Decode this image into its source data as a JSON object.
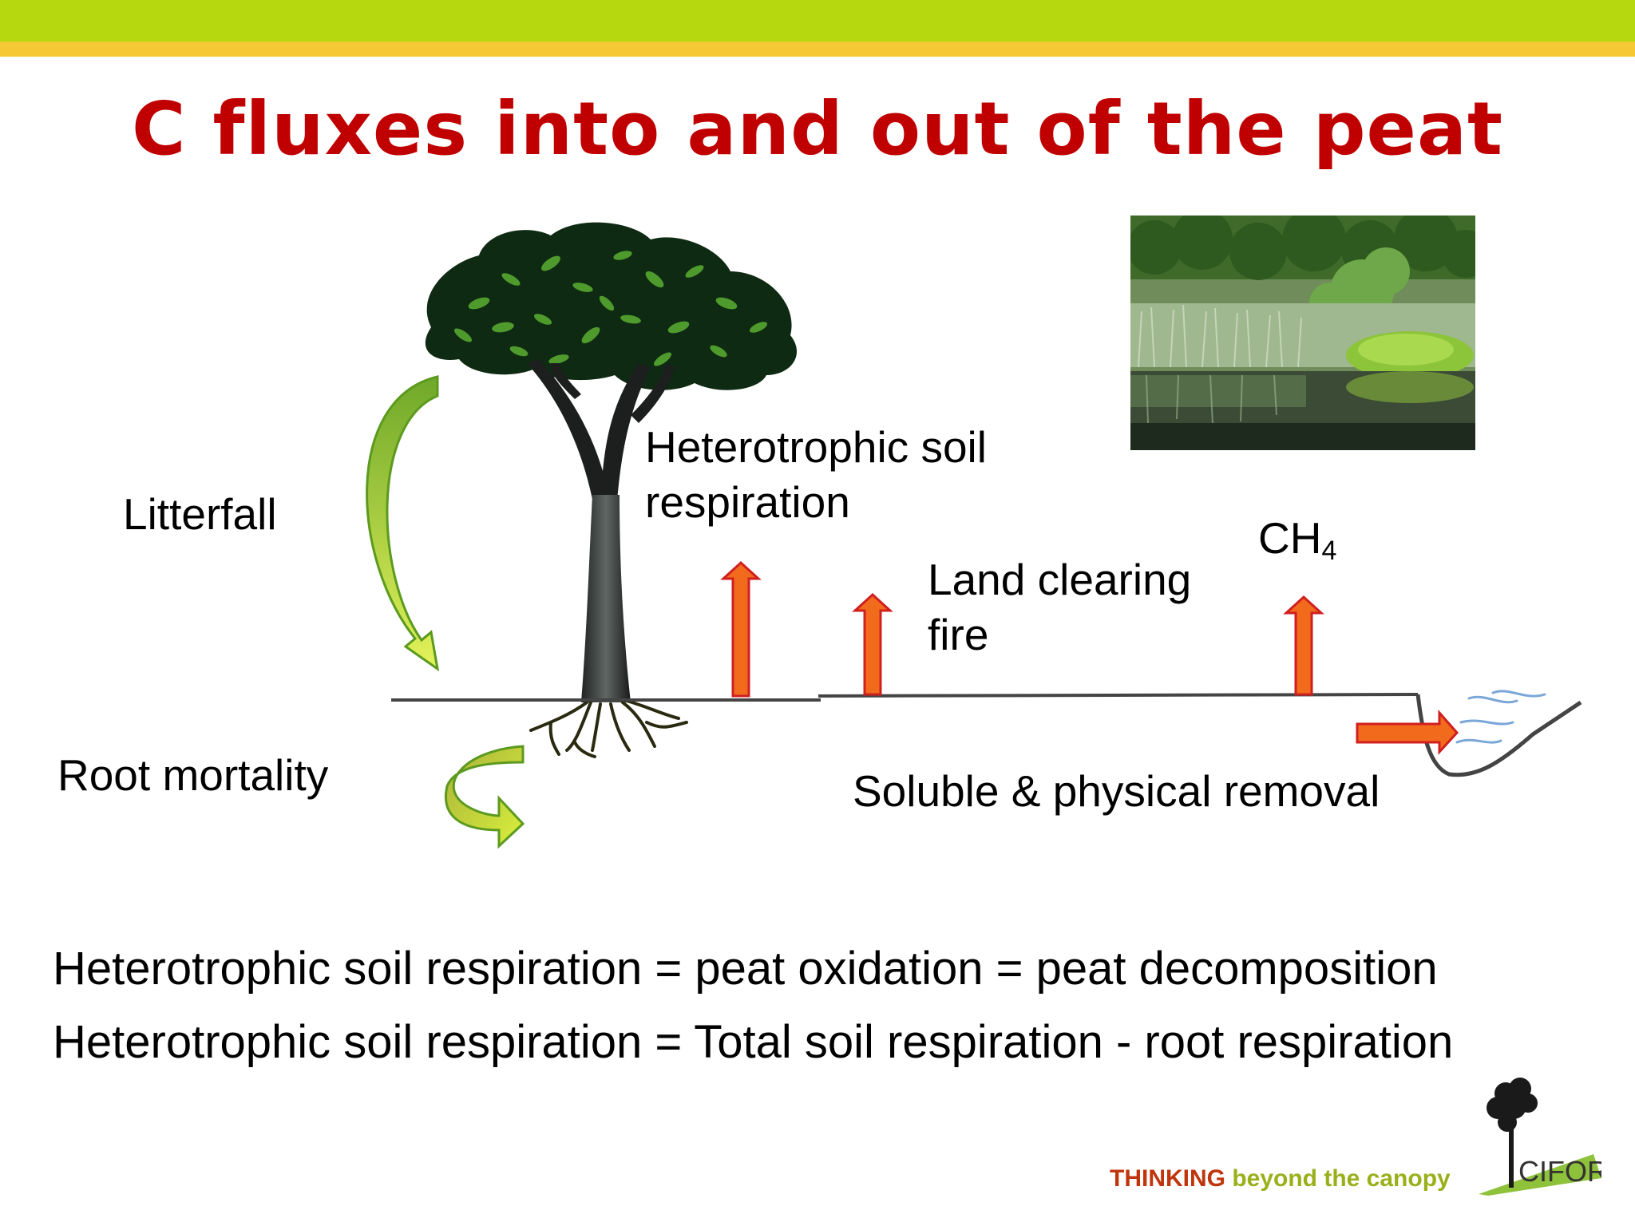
{
  "title": "C fluxes into and out of the peat",
  "labels": {
    "litterfall": "Litterfall",
    "root_mortality": "Root mortality",
    "hetero_line1": "Heterotrophic soil",
    "hetero_line2": "respiration",
    "land_clearing_line1": "Land clearing",
    "land_clearing_line2": "fire",
    "ch4_main": "CH",
    "ch4_sub": "4",
    "removal": "Soluble & physical removal"
  },
  "equations": [
    "Heterotrophic soil respiration = peat oxidation = peat decomposition",
    "Heterotrophic soil respiration = Total soil respiration - root respiration"
  ],
  "footer": {
    "tagline_bold": "THINKING",
    "tagline_rest": " beyond the canopy",
    "logo_text": "CIFOR"
  },
  "colors": {
    "title": "#c00000",
    "top_bar": "#b5d80f",
    "accent_bar": "#f6c834",
    "flux_arrow": "#f26b1d",
    "flux_arrow_stroke": "#d01f1f",
    "input_arrow": "#c8e043"
  }
}
